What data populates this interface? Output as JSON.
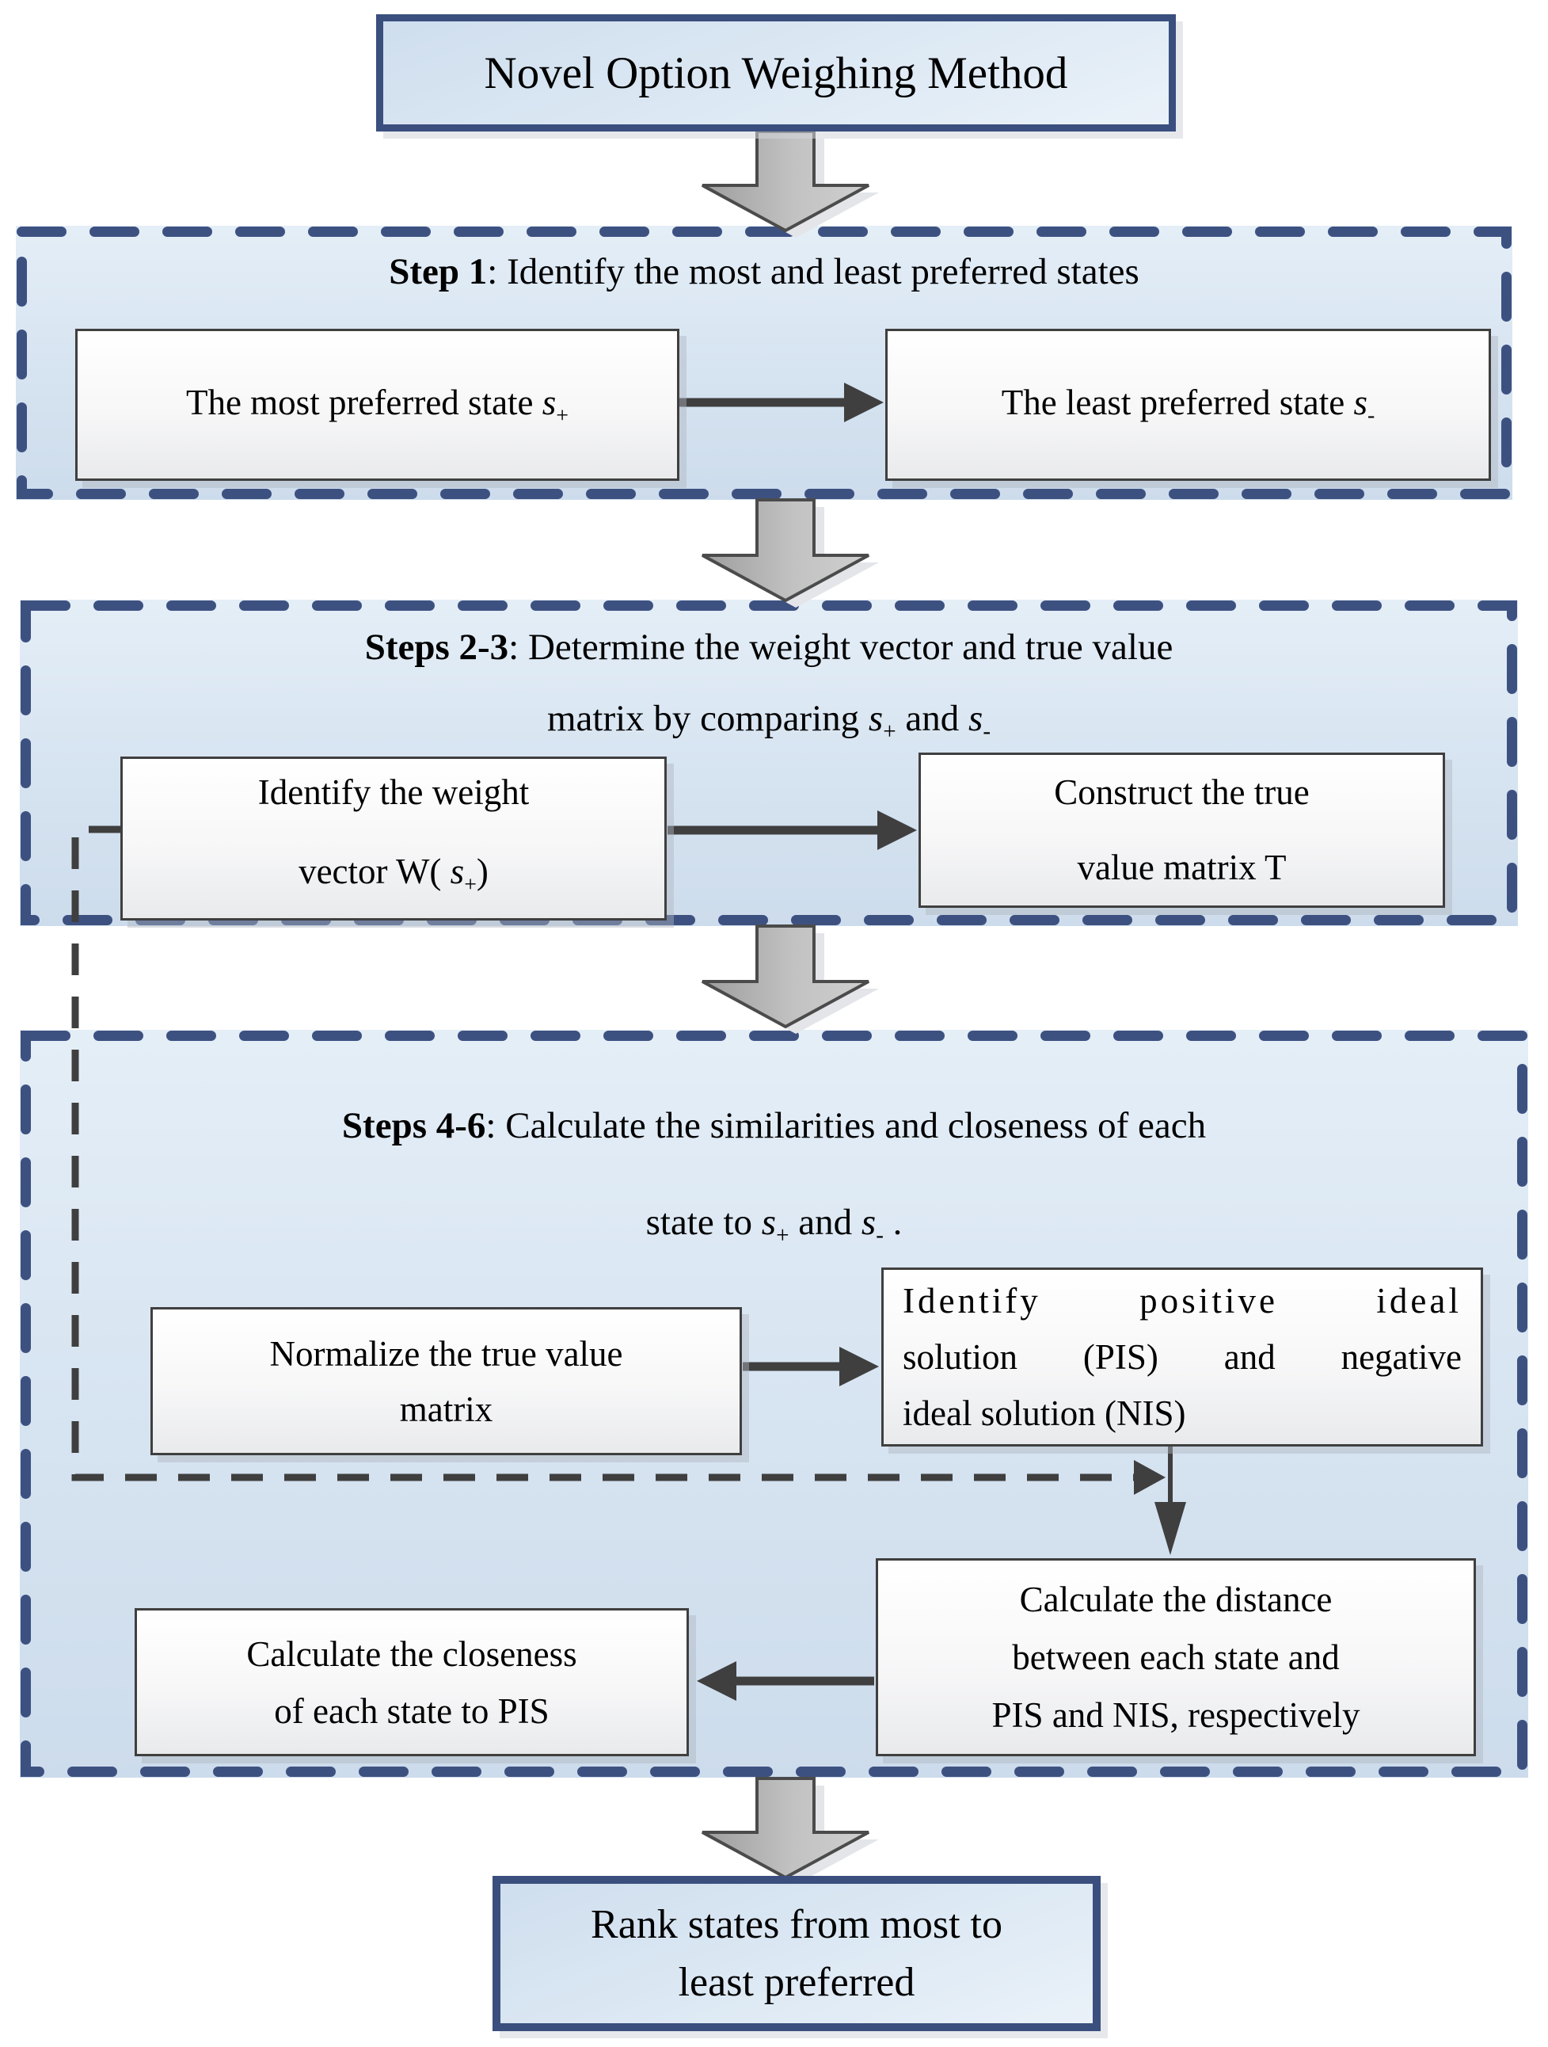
{
  "colors": {
    "navy_border": "#3a4f7e",
    "navy_dash": "#3d5181",
    "wire_gray": "#3f3f3f",
    "block_arrow_dark": "#9d9d9d",
    "block_arrow_light": "#cccccc",
    "section_fill_top": "#e4eef7",
    "section_fill_bottom": "#cddcec",
    "box_fill_top": "#ffffff",
    "box_fill_bottom": "#e9eaec"
  },
  "title_box": {
    "line1": [
      {
        "t": "Novel Option Weighing Method"
      }
    ]
  },
  "step1": {
    "title": [
      {
        "t": "Step 1",
        "c": "b"
      },
      {
        "t": ": Identify the most and least preferred states"
      }
    ],
    "most_box": [
      {
        "t": "The most preferred state "
      },
      {
        "t": "s",
        "c": "v"
      },
      {
        "t": "+",
        "c": "sb"
      }
    ],
    "least_box": [
      {
        "t": "The least preferred state "
      },
      {
        "t": "s",
        "c": "v"
      },
      {
        "t": "-",
        "c": "sb"
      }
    ]
  },
  "steps23": {
    "title_line1": [
      {
        "t": "Steps 2-3",
        "c": "b"
      },
      {
        "t": ": Determine the weight vector and true value"
      }
    ],
    "title_line2": [
      {
        "t": "matrix by comparing  "
      },
      {
        "t": "s",
        "c": "v"
      },
      {
        "t": "+",
        "c": "sb"
      },
      {
        "t": " and  "
      },
      {
        "t": "s",
        "c": "v"
      },
      {
        "t": "-",
        "c": "sb"
      }
    ],
    "weight_box_line1": [
      {
        "t": "Identify the weight"
      }
    ],
    "weight_box_line2": [
      {
        "t": "vector  W( "
      },
      {
        "t": "s",
        "c": "v"
      },
      {
        "t": "+",
        "c": "sb"
      },
      {
        "t": ")"
      }
    ],
    "construct_box_line1": [
      {
        "t": "Construct the true"
      }
    ],
    "construct_box_line2": [
      {
        "t": "value matrix T"
      }
    ]
  },
  "steps46": {
    "title_line1": [
      {
        "t": "Steps 4-6",
        "c": "b"
      },
      {
        "t": ": Calculate the similarities and closeness of each"
      }
    ],
    "title_line2": [
      {
        "t": "state to  "
      },
      {
        "t": "s",
        "c": "v"
      },
      {
        "t": "+",
        "c": "sb"
      },
      {
        "t": "  and  "
      },
      {
        "t": "s",
        "c": "v"
      },
      {
        "t": "-",
        "c": "sb"
      },
      {
        "t": " ."
      }
    ],
    "normalize_box_line1": [
      {
        "t": "Normalize the true value"
      }
    ],
    "normalize_box_line2": [
      {
        "t": "matrix"
      }
    ],
    "pis_box_line1": [
      {
        "t": "Identify positive ideal"
      }
    ],
    "pis_box_line2": [
      {
        "t": "solution (PIS) and negative"
      }
    ],
    "pis_box_line3": [
      {
        "t": "ideal solution (NIS)"
      }
    ],
    "distance_box_line1": [
      {
        "t": "Calculate the distance"
      }
    ],
    "distance_box_line2": [
      {
        "t": "between each state and"
      }
    ],
    "distance_box_line3": [
      {
        "t": "PIS and NIS, respectively"
      }
    ],
    "closeness_box_line1": [
      {
        "t": "Calculate the closeness"
      }
    ],
    "closeness_box_line2": [
      {
        "t": "of each state to PIS"
      }
    ]
  },
  "final_box": {
    "line1": [
      {
        "t": "Rank states from most to"
      }
    ],
    "line2": [
      {
        "t": "least preferred"
      }
    ]
  }
}
